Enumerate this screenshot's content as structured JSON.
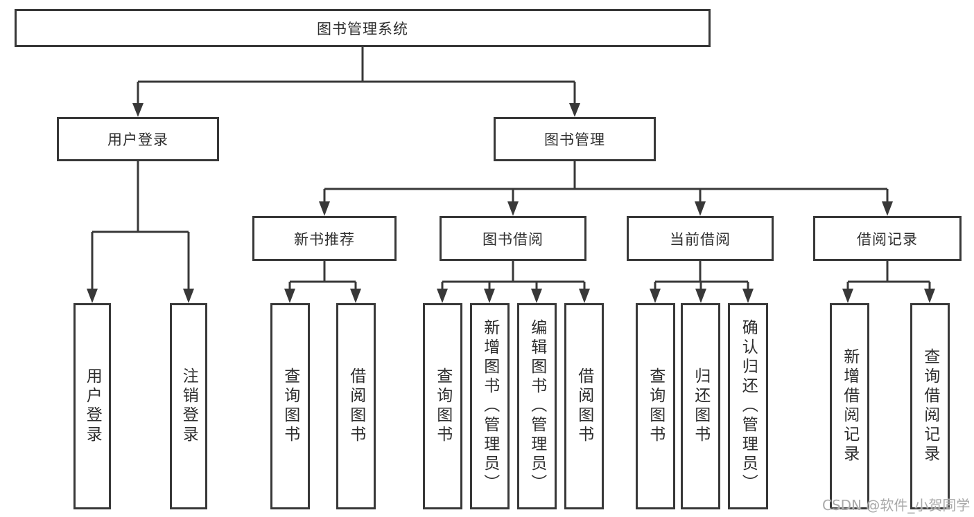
{
  "diagram": {
    "root": {
      "label": "图书管理系统"
    },
    "branches": [
      {
        "label": "用户登录",
        "children": [
          {
            "label": "用户登录"
          },
          {
            "label": "注销登录"
          }
        ]
      },
      {
        "label": "图书管理",
        "children": [
          {
            "label": "新书推荐",
            "children": [
              {
                "label": "查询图书"
              },
              {
                "label": "借阅图书"
              }
            ]
          },
          {
            "label": "图书借阅",
            "children": [
              {
                "label": "查询图书"
              },
              {
                "label": "新增图书（管理员）"
              },
              {
                "label": "编辑图书（管理员）"
              },
              {
                "label": "借阅图书"
              }
            ]
          },
          {
            "label": "当前借阅",
            "children": [
              {
                "label": "查询图书"
              },
              {
                "label": "归还图书"
              },
              {
                "label": "确认归还（管理员）"
              }
            ]
          },
          {
            "label": "借阅记录",
            "children": [
              {
                "label": "新增借阅记录"
              },
              {
                "label": "查询借阅记录"
              }
            ]
          }
        ]
      }
    ]
  },
  "watermark": {
    "text": "CSDN @软件_小贺同学"
  },
  "colors": {
    "line": "#383838",
    "border": "#383838",
    "background": "#ffffff",
    "text": "#2d2d2d",
    "watermark": "#a9a9a9"
  }
}
